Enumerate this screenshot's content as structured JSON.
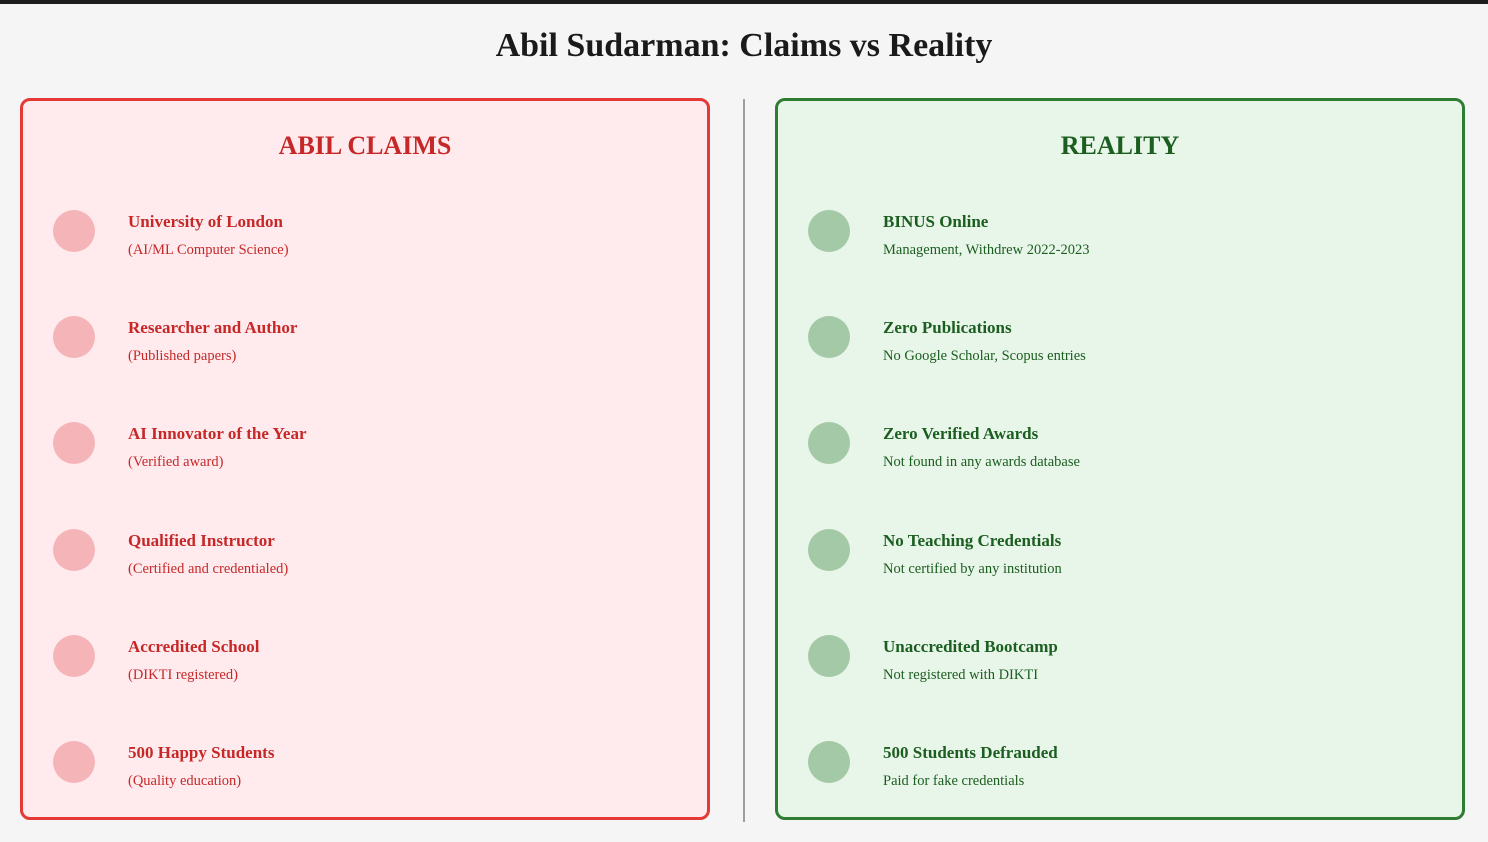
{
  "title": "Abil Sudarman: Claims vs Reality",
  "claims": {
    "heading": "ABIL CLAIMS",
    "items": [
      {
        "title": "University of London",
        "subtitle": "(AI/ML Computer Science)"
      },
      {
        "title": "Researcher and Author",
        "subtitle": "(Published papers)"
      },
      {
        "title": "AI Innovator of the Year",
        "subtitle": "(Verified award)"
      },
      {
        "title": "Qualified Instructor",
        "subtitle": "(Certified and credentialed)"
      },
      {
        "title": "Accredited School",
        "subtitle": "(DIKTI registered)"
      },
      {
        "title": "500 Happy Students",
        "subtitle": "(Quality education)"
      }
    ]
  },
  "reality": {
    "heading": "REALITY",
    "items": [
      {
        "title": "BINUS Online",
        "subtitle": "Management, Withdrew 2022-2023"
      },
      {
        "title": "Zero Publications",
        "subtitle": "No Google Scholar, Scopus entries"
      },
      {
        "title": "Zero Verified Awards",
        "subtitle": "Not found in any awards database"
      },
      {
        "title": "No Teaching Credentials",
        "subtitle": "Not certified by any institution"
      },
      {
        "title": "Unaccredited Bootcamp",
        "subtitle": "Not registered with DIKTI"
      },
      {
        "title": "500 Students Defrauded",
        "subtitle": "Paid for fake credentials"
      }
    ]
  },
  "colors": {
    "claims_accent": "#e53935",
    "claims_text": "#c62828",
    "claims_background": "#ffebee",
    "claims_dot": "#f5b5b8",
    "reality_accent": "#2e7d32",
    "reality_text": "#1b5e20",
    "reality_background": "#e8f5e9",
    "reality_dot": "#a3c9a6"
  }
}
